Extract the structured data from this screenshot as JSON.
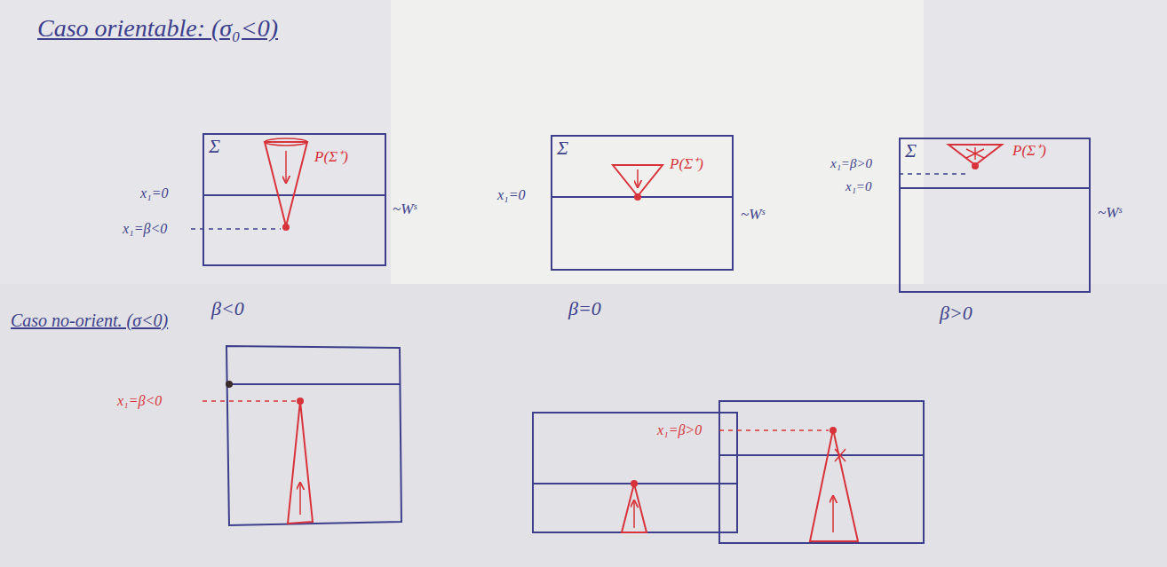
{
  "diagram": {
    "nodes": [
      {
        "text": [
          "Σ",
          "P(Σ⁺)"
        ]
      },
      {
        "text": [
          "Σ",
          "P(Σ⁺)"
        ]
      },
      {
        "text": [
          "Σ",
          "P(Σ⁺)"
        ]
      }
    ],
    "labels": [
      "Caso orientable: (σ₀<0)",
      "x₁=0",
      "x₁=β<0",
      "~Wˢ",
      "x₁=0",
      "~Wˢ",
      "x₁=β>0",
      "x₁=0",
      "~Wˢ",
      "Caso no-orient. (σ<0)",
      "β<0",
      "β=0",
      "β>0",
      "x₁=β<0",
      "x₁=β>0"
    ]
  }
}
